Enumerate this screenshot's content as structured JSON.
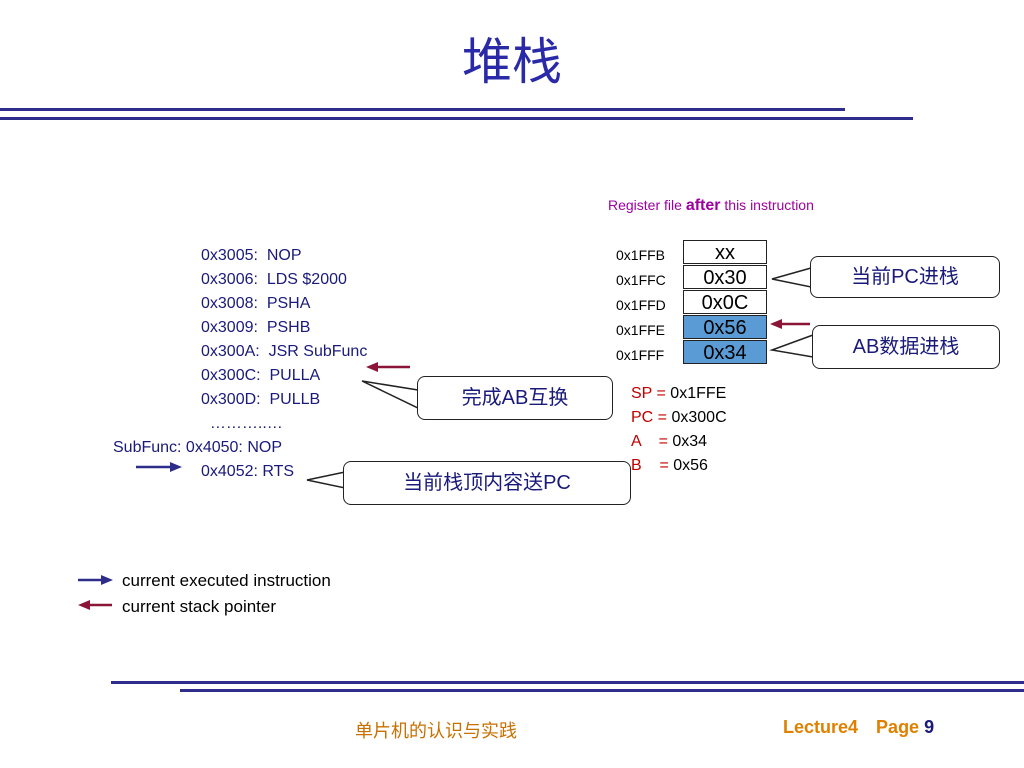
{
  "title": "堆栈",
  "register_caption": {
    "before": "Register file ",
    "bold": "after",
    "after": " this instruction"
  },
  "stack": [
    {
      "addr": "0x1FFB",
      "value": "xx"
    },
    {
      "addr": "0x1FFC",
      "value": "0x30"
    },
    {
      "addr": "0x1FFD",
      "value": "0x0C"
    },
    {
      "addr": "0x1FFE",
      "value": "0x56"
    },
    {
      "addr": "0x1FFF",
      "value": "0x34"
    }
  ],
  "code_lines": [
    "0x3005:  NOP",
    "0x3006:  LDS $2000",
    "0x3008:  PSHA",
    "0x3009:  PSHB",
    "0x300A:  JSR SubFunc",
    "0x300C:  PULLA",
    "0x300D:  PULLB",
    "  ………..…"
  ],
  "subfunc_line": "SubFunc: 0x4050: NOP",
  "rts_line": "0x4052: RTS",
  "registers": [
    {
      "name": "SP",
      "eq": " = ",
      "value": "0x1FFE"
    },
    {
      "name": "PC",
      "eq": " = ",
      "value": "0x300C"
    },
    {
      "name": "A",
      "eq": "    = ",
      "value": "0x34"
    },
    {
      "name": "B",
      "eq": "    = ",
      "value": "0x56"
    }
  ],
  "callouts": {
    "pc_push": "当前PC进栈",
    "ab_push": "AB数据进栈",
    "ab_swap": "完成AB互换",
    "pop_pc": "当前栈顶内容送PC"
  },
  "legend": {
    "executed": "current executed instruction",
    "stack_pointer": "current stack pointer"
  },
  "footer": {
    "course": "单片机的认识与实践",
    "lecture": "Lecture4",
    "page_label": "Page",
    "page_number": "9"
  },
  "colors": {
    "title": "#2a2aa8",
    "blue_arrow": "#2e2e8a",
    "red_arrow": "#8b1538",
    "cell_highlight": "#5b9bd5",
    "footer_orange": "#e08000"
  }
}
